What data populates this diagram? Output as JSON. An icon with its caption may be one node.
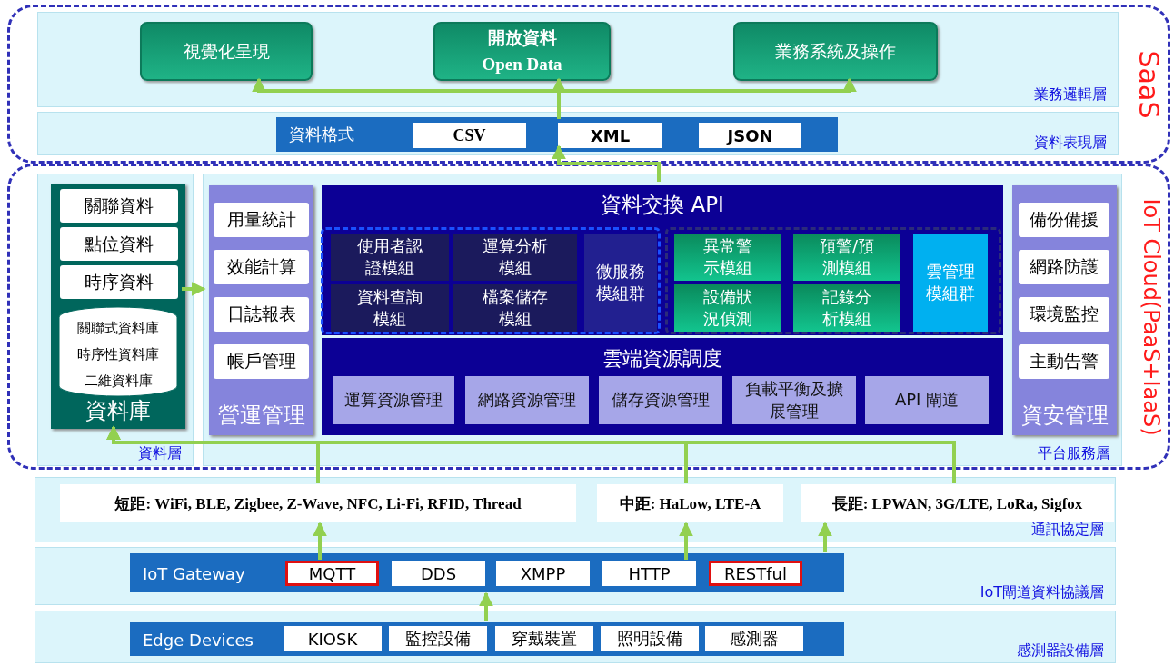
{
  "diagram": {
    "nodes": [
      {
        "text": [
          "SaaS"
        ]
      },
      {
        "text": [
          "業務邏輯層"
        ],
        "in": 0
      },
      {
        "text": [
          "視覺化呈現"
        ],
        "in": 1
      },
      {
        "text": [
          "開放資料 Open Data"
        ],
        "in": 1
      },
      {
        "text": [
          "業務系統及操作"
        ],
        "in": 1
      },
      {
        "text": [
          "資料表現層"
        ],
        "in": 0
      },
      {
        "text": [
          "資料格式"
        ],
        "in": 5
      },
      {
        "text": [
          "CSV"
        ],
        "in": 6
      },
      {
        "text": [
          "XML"
        ],
        "in": 6
      },
      {
        "text": [
          "JSON"
        ],
        "in": 6
      },
      {
        "text": [
          "IoT Cloud(PaaS+IaaS)"
        ]
      },
      {
        "text": [
          "資料層"
        ],
        "in": 10
      },
      {
        "text": [
          "資料庫"
        ],
        "in": 11
      },
      {
        "text": [
          "關聯資料"
        ],
        "in": 12
      },
      {
        "text": [
          "點位資料"
        ],
        "in": 12
      },
      {
        "text": [
          "時序資料"
        ],
        "in": 12
      },
      {
        "text": [
          "關聯式資料庫",
          "時序性資料庫",
          "二維資料庫"
        ],
        "in": 12
      },
      {
        "text": [
          "平台服務層"
        ],
        "in": 10
      },
      {
        "text": [
          "營運管理"
        ],
        "in": 17
      },
      {
        "text": [
          "用量統計"
        ],
        "in": 18
      },
      {
        "text": [
          "效能計算"
        ],
        "in": 18
      },
      {
        "text": [
          "日誌報表"
        ],
        "in": 18
      },
      {
        "text": [
          "帳戶管理"
        ],
        "in": 18
      },
      {
        "text": [
          "資料交換 API"
        ],
        "in": 17
      },
      {
        "text": [],
        "shape": "box",
        "in": 23
      },
      {
        "text": [
          "使用者認證模組"
        ],
        "in": 24
      },
      {
        "text": [
          "運算分析模組"
        ],
        "in": 24
      },
      {
        "text": [
          "資料查詢模組"
        ],
        "in": 24
      },
      {
        "text": [
          "檔案儲存模組"
        ],
        "in": 24
      },
      {
        "text": [
          "微服務模組群"
        ],
        "in": 24
      },
      {
        "text": [],
        "shape": "box",
        "in": 23
      },
      {
        "text": [
          "異常警示模組"
        ],
        "in": 30
      },
      {
        "text": [
          "預警/預測模組"
        ],
        "in": 30
      },
      {
        "text": [
          "設備狀況偵測"
        ],
        "in": 30
      },
      {
        "text": [
          "記錄分析模組"
        ],
        "in": 30
      },
      {
        "text": [
          "雲管理模組群"
        ],
        "in": 30
      },
      {
        "text": [
          "雲端資源調度"
        ],
        "in": 17
      },
      {
        "text": [
          "運算資源管理"
        ],
        "in": 36
      },
      {
        "text": [
          "網路資源管理"
        ],
        "in": 36
      },
      {
        "text": [
          "儲存資源管理"
        ],
        "in": 36
      },
      {
        "text": [
          "負載平衡及擴展管理"
        ],
        "in": 36
      },
      {
        "text": [
          "API 閘道"
        ],
        "in": 36
      },
      {
        "text": [
          "資安管理"
        ],
        "in": 17
      },
      {
        "text": [
          "備份備援"
        ],
        "in": 42
      },
      {
        "text": [
          "網路防護"
        ],
        "in": 42
      },
      {
        "text": [
          "環境監控"
        ],
        "in": 42
      },
      {
        "text": [
          "主動告警"
        ],
        "in": 42
      },
      {
        "text": [
          "通訊協定層"
        ]
      },
      {
        "text": [
          "短距: WiFi, BLE, Zigbee, Z-Wave, NFC, Li-Fi, RFID, Thread"
        ],
        "in": 47
      },
      {
        "text": [
          "中距: HaLow, LTE-A"
        ],
        "in": 47
      },
      {
        "text": [
          "長距: LPWAN, 3G/LTE, LoRa, Sigfox"
        ],
        "in": 47
      },
      {
        "text": [
          "IoT閘道資料協議層"
        ]
      },
      {
        "text": [
          "IoT Gateway"
        ],
        "in": 51
      },
      {
        "text": [
          "MQTT"
        ],
        "in": 52
      },
      {
        "text": [
          "DDS"
        ],
        "in": 52
      },
      {
        "text": [
          "XMPP"
        ],
        "in": 52
      },
      {
        "text": [
          "HTTP"
        ],
        "in": 52
      },
      {
        "text": [
          "RESTful"
        ],
        "in": 52
      },
      {
        "text": [
          "感測器設備層"
        ]
      },
      {
        "text": [
          "Edge Devices"
        ],
        "in": 58
      },
      {
        "text": [
          "KIOSK"
        ],
        "in": 59
      },
      {
        "text": [
          "監控設備"
        ],
        "in": 59
      },
      {
        "text": [
          "穿戴裝置"
        ],
        "in": 59
      },
      {
        "text": [
          "照明設備"
        ],
        "in": 59
      },
      {
        "text": [
          "感測器"
        ],
        "in": 59
      }
    ],
    "edges": [
      {
        "from": 8,
        "to": 2,
        "arrow": "to"
      },
      {
        "from": 8,
        "to": 3,
        "arrow": "to"
      },
      {
        "from": 8,
        "to": 4,
        "arrow": "to"
      },
      {
        "from": 23,
        "to": 8,
        "arrow": "to"
      },
      {
        "from": 12,
        "to": 18,
        "arrow": "to"
      },
      {
        "from": 48,
        "to": 12,
        "arrow": "to"
      },
      {
        "from": 49,
        "to": 12,
        "arrow": "to"
      },
      {
        "from": 50,
        "to": 12,
        "arrow": "to"
      },
      {
        "from": 53,
        "to": 48,
        "arrow": "to"
      },
      {
        "from": 56,
        "to": 49,
        "arrow": "to"
      },
      {
        "from": 52,
        "to": 50,
        "arrow": "to"
      },
      {
        "from": 59,
        "to": 52,
        "arrow": "to"
      }
    ]
  }
}
